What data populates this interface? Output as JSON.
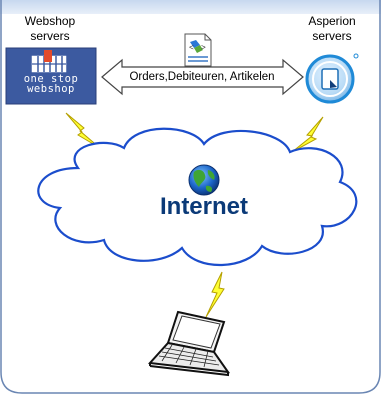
{
  "webshop": {
    "label_line1": "Webshop",
    "label_line2": "servers",
    "logo_line1": "one stop",
    "logo_line2": "webshop",
    "logo_icon": "shopping-basket-icon"
  },
  "asperion": {
    "label_line1": "Asperion",
    "label_line2": "servers",
    "logo_icon": "asperion-logo-icon"
  },
  "exchange": {
    "label": "Orders,Debiteuren, Artikelen",
    "document_icon": "xml-document-icon"
  },
  "internet": {
    "label": "Internet",
    "globe_icon": "globe-icon"
  },
  "client": {
    "laptop_icon": "laptop-icon"
  },
  "connection_icon": "lightning-bolt-icon",
  "colors": {
    "frame_border": "#6a86b3",
    "banner": "#c8d9ef",
    "cloud_outline": "#1b4dcc",
    "internet_text": "#0b3a78",
    "webshop_logo_bg": "#3c5aa0",
    "asperion_circle": "#1f8ad7",
    "bolt": "#ffff00"
  }
}
